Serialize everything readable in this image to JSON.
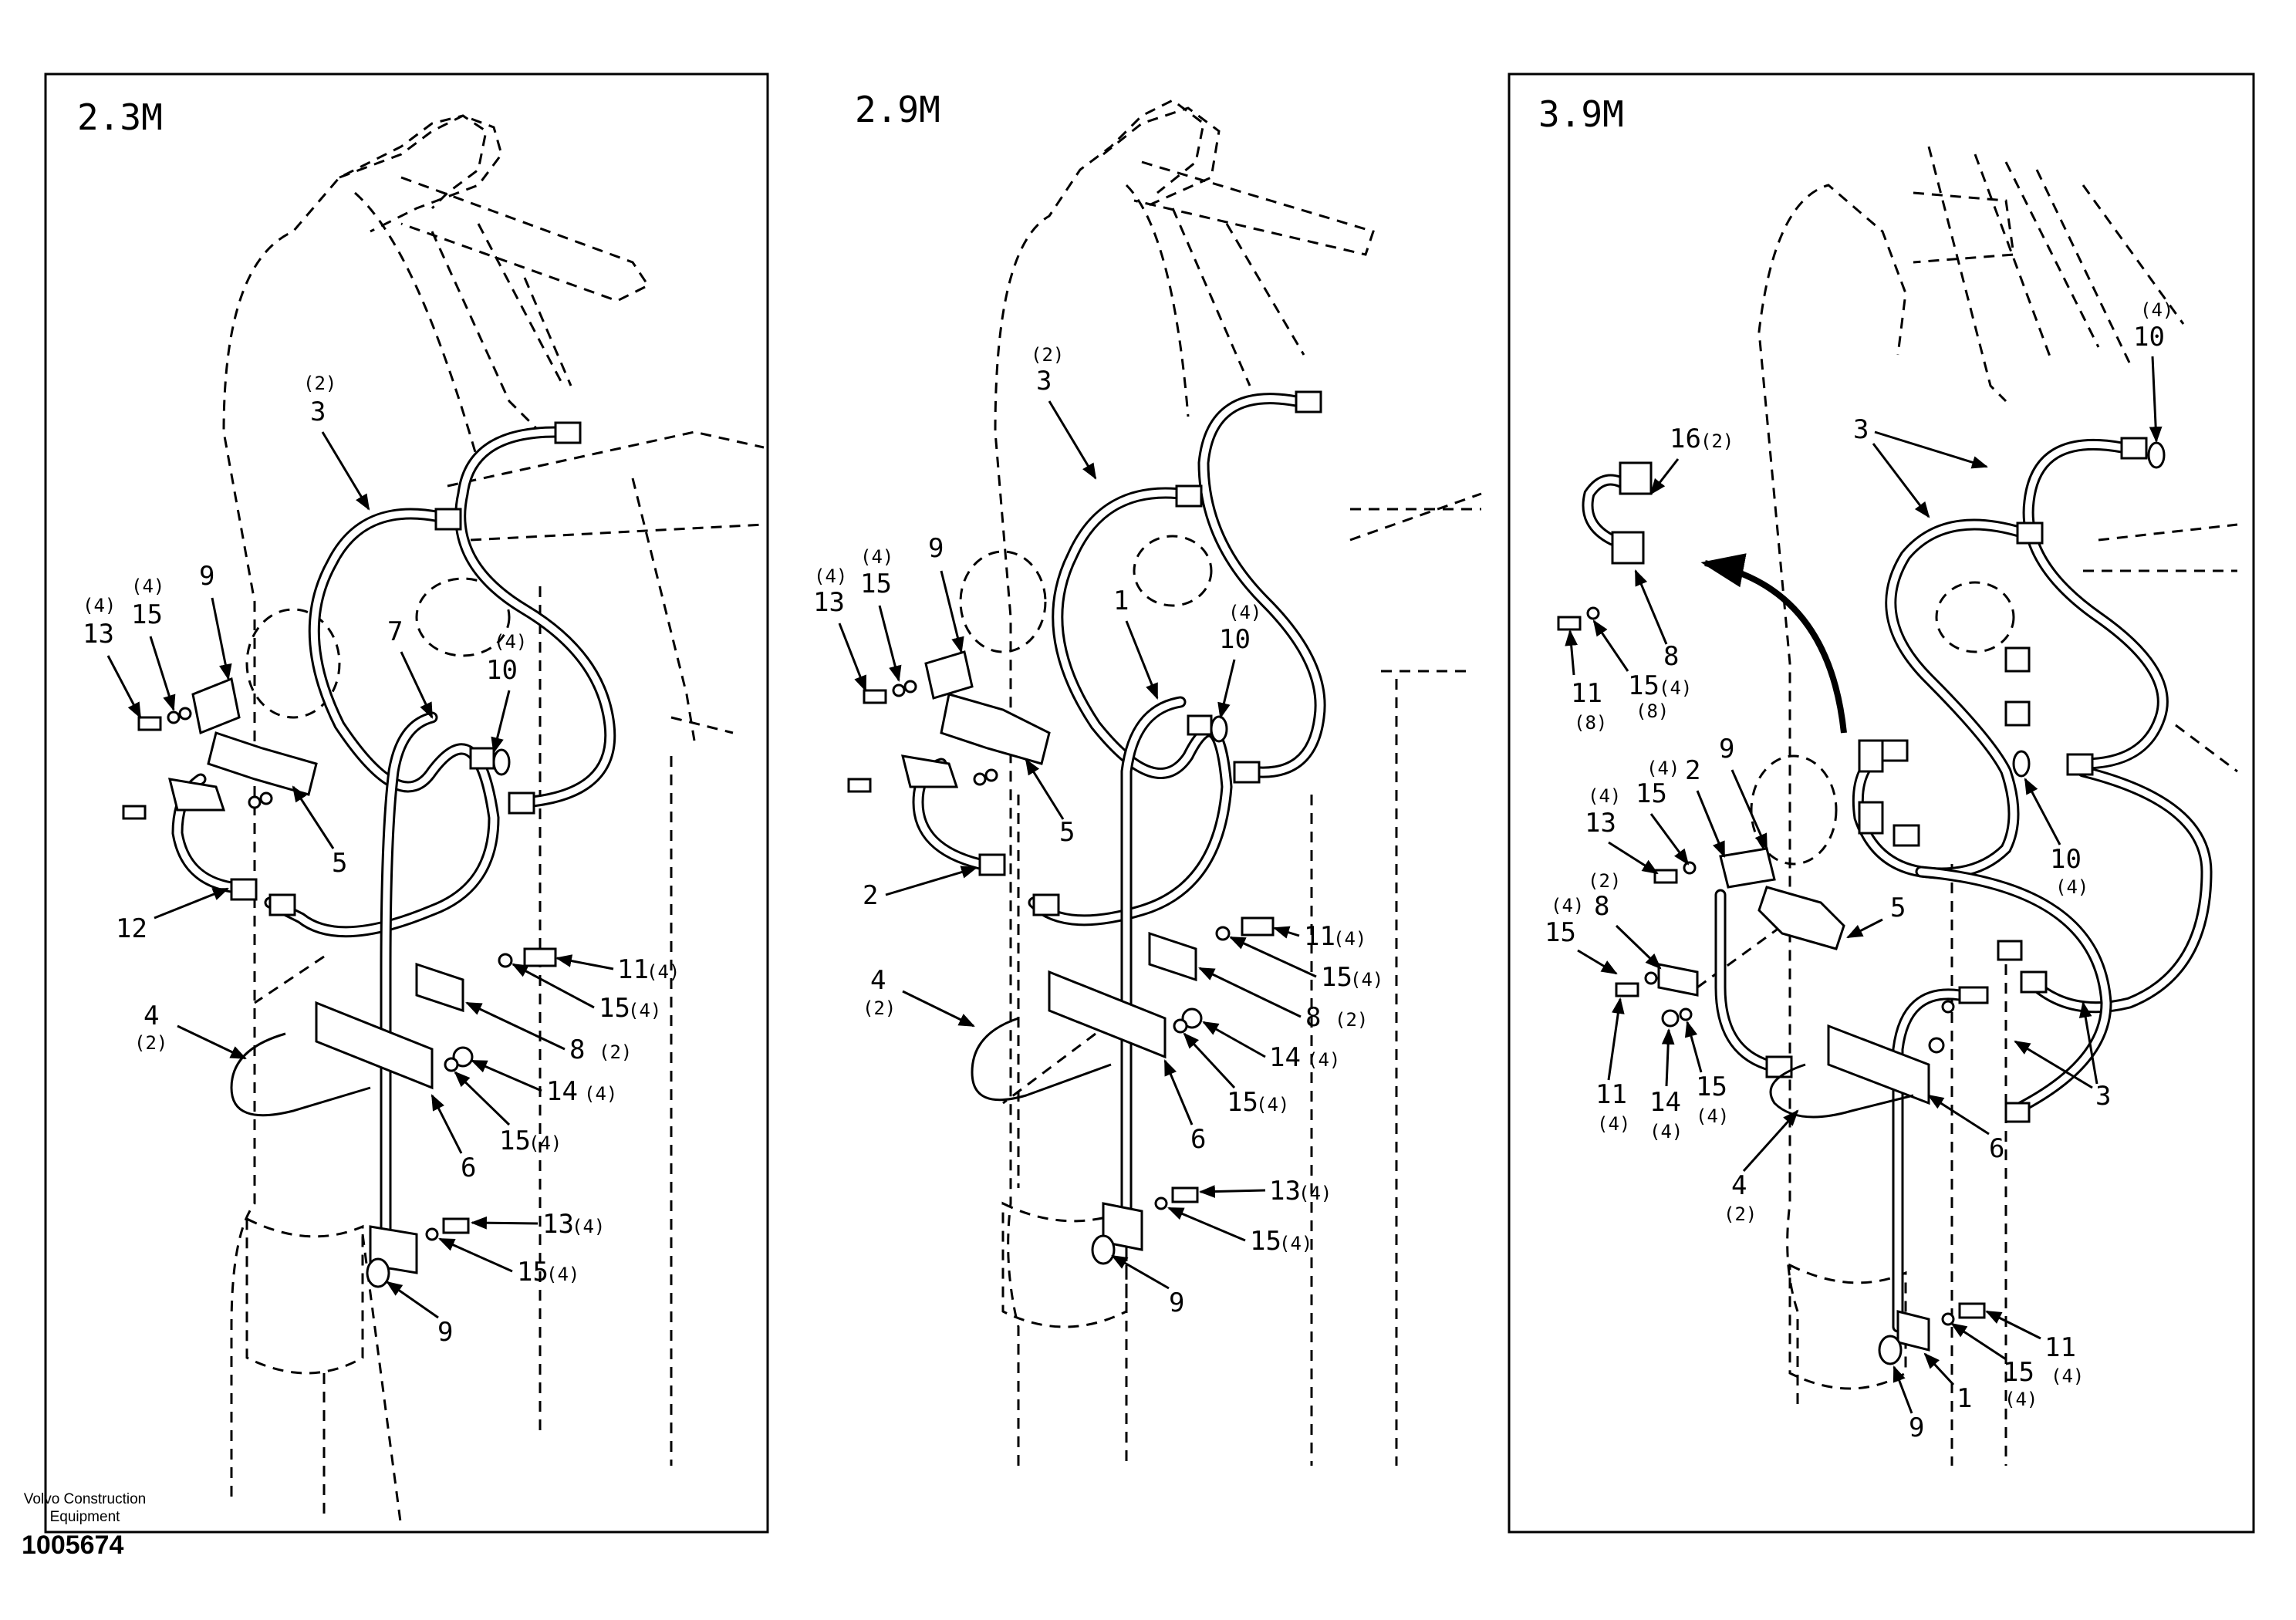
{
  "panels": [
    {
      "title": "2.3M",
      "callouts": [
        {
          "num": "3",
          "qty": "(2)"
        },
        {
          "num": "9",
          "qty": ""
        },
        {
          "num": "13",
          "qty": "(4)"
        },
        {
          "num": "15",
          "qty": "(4)"
        },
        {
          "num": "7",
          "qty": ""
        },
        {
          "num": "10",
          "qty": "(4)"
        },
        {
          "num": "5",
          "qty": ""
        },
        {
          "num": "12",
          "qty": ""
        },
        {
          "num": "4",
          "qty": "(2)"
        },
        {
          "num": "11",
          "qty": "(4)"
        },
        {
          "num": "15",
          "qty": "(4)"
        },
        {
          "num": "8",
          "qty": "(2)"
        },
        {
          "num": "14",
          "qty": "(4)"
        },
        {
          "num": "15",
          "qty": "(4)"
        },
        {
          "num": "6",
          "qty": ""
        },
        {
          "num": "13",
          "qty": "(4)"
        },
        {
          "num": "15",
          "qty": "(4)"
        },
        {
          "num": "9",
          "qty": ""
        }
      ]
    },
    {
      "title": "2.9M",
      "callouts": [
        {
          "num": "3",
          "qty": "(2)"
        },
        {
          "num": "9",
          "qty": ""
        },
        {
          "num": "13",
          "qty": "(4)"
        },
        {
          "num": "15",
          "qty": "(4)"
        },
        {
          "num": "1",
          "qty": ""
        },
        {
          "num": "10",
          "qty": "(4)"
        },
        {
          "num": "5",
          "qty": ""
        },
        {
          "num": "2",
          "qty": ""
        },
        {
          "num": "11",
          "qty": "(4)"
        },
        {
          "num": "15",
          "qty": "(4)"
        },
        {
          "num": "4",
          "qty": "(2)"
        },
        {
          "num": "8",
          "qty": "(2)"
        },
        {
          "num": "14",
          "qty": "(4)"
        },
        {
          "num": "15",
          "qty": "(4)"
        },
        {
          "num": "6",
          "qty": ""
        },
        {
          "num": "13",
          "qty": "(4)"
        },
        {
          "num": "15",
          "qty": "(4)"
        },
        {
          "num": "9",
          "qty": ""
        }
      ]
    },
    {
      "title": "3.9M",
      "callouts": [
        {
          "num": "10",
          "qty": "(4)"
        },
        {
          "num": "3",
          "qty": ""
        },
        {
          "num": "16",
          "qty": "(2)"
        },
        {
          "num": "8",
          "qty": ""
        },
        {
          "num": "15",
          "qty": "(4)"
        },
        {
          "num": "11",
          "qty": "(8)"
        },
        {
          "num": "15",
          "qty": "(8)"
        },
        {
          "num": "2",
          "qty": ""
        },
        {
          "num": "9",
          "qty": ""
        },
        {
          "num": "15",
          "qty": "(4)"
        },
        {
          "num": "13",
          "qty": "(4)"
        },
        {
          "num": "5",
          "qty": ""
        },
        {
          "num": "10",
          "qty": "(4)"
        },
        {
          "num": "8",
          "qty": "(2)"
        },
        {
          "num": "15",
          "qty": "(4)"
        },
        {
          "num": "3",
          "qty": ""
        },
        {
          "num": "11",
          "qty": "(4)"
        },
        {
          "num": "14",
          "qty": "(4)"
        },
        {
          "num": "15",
          "qty": "(4)"
        },
        {
          "num": "6",
          "qty": ""
        },
        {
          "num": "4",
          "qty": "(2)"
        },
        {
          "num": "11",
          "qty": "(4)"
        },
        {
          "num": "15",
          "qty": "(4)"
        },
        {
          "num": "9",
          "qty": ""
        },
        {
          "num": "1",
          "qty": ""
        }
      ]
    }
  ],
  "footer": {
    "brand_line1": "Volvo Construction",
    "brand_line2": "Equipment",
    "doc_number": "1005674"
  }
}
